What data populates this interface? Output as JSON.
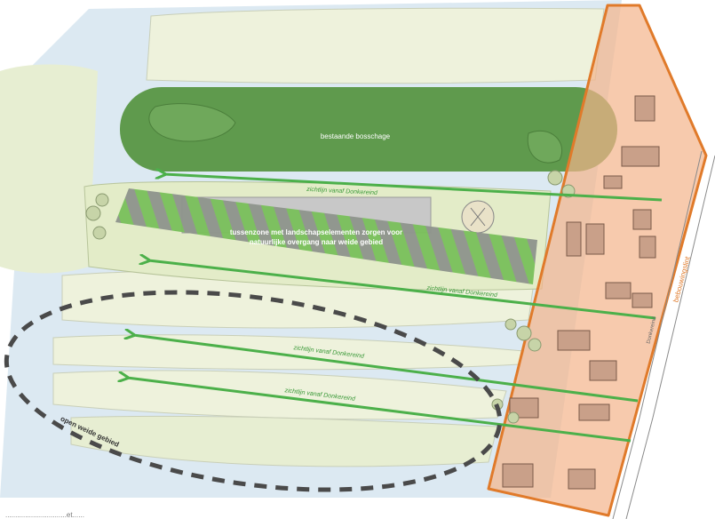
{
  "labels": {
    "forest": "bestaande bosschage",
    "buffer_line1": "tussenzone met landschapselementen zorgen voor",
    "buffer_line2": "natuurlijke overgang naar weide gebied",
    "sightline_1": "zichtlijn vanaf Donkereind",
    "sightline_2": "zichtlijn vanaf Donkereind",
    "sightline_3": "zichtlijn vanaf Donkereind",
    "sightline_4": "zichtlijn vanaf Donkereind",
    "meadow": "open weide gebied",
    "zone": "bebouwingslint",
    "road": "Donkereind",
    "caption": "...............................et......"
  },
  "colors": {
    "water": "#dce9f2",
    "meadow": "#eef2dc",
    "forest": "#5f9a4d",
    "stripe_green": "#79c05a",
    "stripe_grey": "#8e948c",
    "sightline": "#4cb04a",
    "zone_fill": "#f3b48a",
    "zone_stroke": "#e07a2a",
    "dashed": "#4a4a4a",
    "building": "#c9a089"
  }
}
